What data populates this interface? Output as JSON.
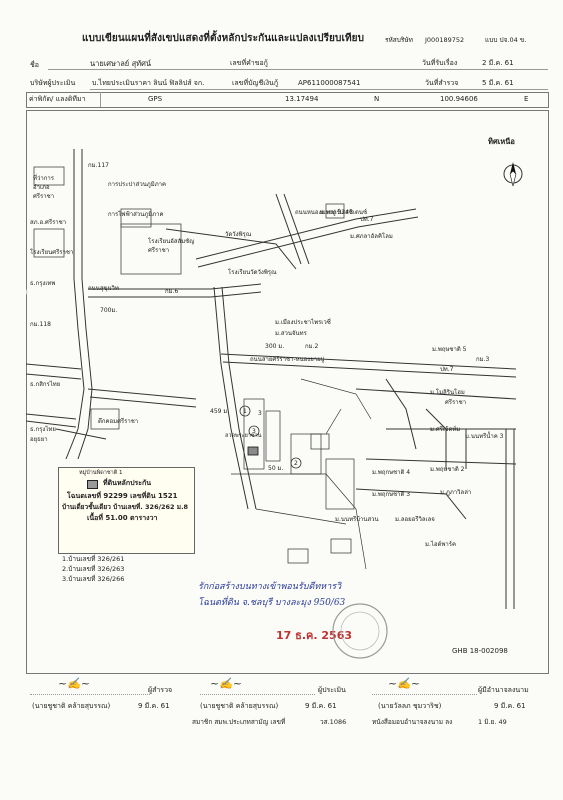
{
  "header": {
    "title": "แบบเขียนแผนที่สังเขปแสดงที่ตั้งหลักประกันและแปลงเปรียบเทียบ",
    "company_code_label": "รหัสบริษัท",
    "company_code": "J000189752",
    "form_label": "แบบ ปจ.04 ข.",
    "owner_label_prefix": "ชื่อ",
    "owner_name": "นายเศษาลย์ สุทัศน์",
    "borrower_label": "เลขที่คำขอกู้",
    "request_date_label": "วันที่รับเรื่อง",
    "request_date": "2 มี.ค. 61",
    "appraiser_label": "บริษัทผู้ประเมิน",
    "appraiser": "บ.ไทยประเมินราคา ลินน์ ฟิลลิปส์ จก.",
    "account_label": "เลขที่บัญชีเงินกู้",
    "account": "AP611000087541",
    "survey_date_label": "วันที่สำรวจ",
    "survey_date": "5 มี.ค. 61"
  },
  "gps": {
    "label": "ค่าพิกัด/ แลงดิทีมา",
    "type": "GPS",
    "lat": "13.17494",
    "lat_dir": "N",
    "lon": "100.94606",
    "lon_dir": "E"
  },
  "map": {
    "north_label": "ทิศเหนือ",
    "labels": {
      "km117": "กม.117",
      "water_office": "ที่ว่าการอำเภอศรีราชา",
      "pwa": "การประปาส่วนภูมิภาค",
      "pea": "การไฟฟ้าส่วนภูมิภาค",
      "wat": "วัดวังพิรุณ",
      "sawangjit": "สภ.อ.ศรีราชา",
      "school1": "โรงเรียนอัสสัมชัญศรีราชา",
      "sukhumvit": "ถนนสุขุมวิท",
      "km6": "กม.6",
      "school2": "โรงเรียนวัดวังพิรุณ",
      "wat2": "วัดวังพิรุณ",
      "bank1": "ธ.กรุงเทพ",
      "school3": "โรงเรียนศรีราชา",
      "km118": "กม.118",
      "dist700": "700ม.",
      "sukhumvit2": "ถนนสุขุมวิท",
      "nongyai": "ถนนหนองยายบู่ 3241",
      "hotel": "ม.พรกร์เรสซิเดนซ์",
      "muban3": "ม.ศภลาอัลคิโลม",
      "road_sriracha": "ถนนสายศรีราชา-หนองยายบู่",
      "muang1": "ม.เมืองประชาไพรเวซี่",
      "muang2": "ม.สวนจันทร",
      "km2": "กม.2",
      "d300": "300 ม.",
      "road3": "ม.พฤษชาติ 5",
      "km3": "กม.3",
      "muban_a": "ม.โมลิรินโฮม",
      "sriracha": "ศรีราชา",
      "kasikorn": "ธ.กสิกรไทย",
      "krungthai": "ธ.กรุงไทย",
      "ayudhya": "อยุธยา",
      "teuk": "ตึกคอมศรีราชา",
      "d459": "459 ม.",
      "d50": "50 ม.",
      "muban_b": "ม.พฤกษชาติ 4",
      "muban_c": "ม.พฤกษชาติ 3",
      "muban_d": "ม.พฤษชาติ 2",
      "muban_e": "ม.ภูภาวิลล่า",
      "muban_f": "ม.นนทรีบ้านสวน",
      "muban_g": "ม.ลอยอรีวิลเลจ",
      "muban_h": "ม.ศรีเจ้ดท์ม",
      "muban_i": "ม.นนทรีน้ำค 3",
      "muban_j": "ม.ไฮด์พาร์ค",
      "road7": "ปท.7",
      "road7b": "ปท.7",
      "pole": "ลวดพระยาซาน",
      "plot3": "3",
      "circle1": "1",
      "circle2": "2",
      "circle3": "3"
    }
  },
  "legend": {
    "caption": "หมู่บ้านพิดาชาติ 1",
    "item_label": "ที่ดินหลักประกัน",
    "deed": "โฉนดเลขที่ 92299 เลขที่ดิน 1521",
    "house": "บ้านเดี่ยวชั้นเดียว บ้านเลขที่. 326/262 ม.8",
    "area": "เนื้อที่ 51.00 ตารางวา",
    "comparisons": [
      "1.บ้านเลขที่ 326/261",
      "2.บ้านเลขที่ 326/263",
      "3.บ้านเลขที่ 326/266"
    ]
  },
  "handwriting": {
    "line1": "รักก่อสร้างบนทางเข้าพอนรับดีทหารวิ",
    "line2": "โฉนดที่ดิน จ.ชลบุรี บางละมุง 950/63"
  },
  "stamp": {
    "date": "17 ธ.ค. 2563",
    "ref": "GHB 18-002098"
  },
  "footer": {
    "surveyor_role": "ผู้สำรวจ",
    "surveyor_name": "(นายชูชาติ คล้ายสุบรรณ)",
    "surveyor_date": "9 มี.ค. 61",
    "appraiser_role": "ผู้ประเมิน",
    "appraiser_name": "(นายชูชาติ คล้ายสุบรรณ)",
    "appraiser_date": "9 มี.ค. 61",
    "member_label": "สมาชิก สมพ.ประเภทสามัญ เลขที่",
    "member_no": "วส.1086",
    "approver_role": "ผู้มีอำนาจลงนาม",
    "approver_name": "(นายวัลลภ ชุมวาริช)",
    "approver_date": "9 มี.ค. 61",
    "proxy_label": "หนังสือมอบอำนาจลงนาม ลง",
    "proxy_date": "1 มิ.ย. 49"
  }
}
